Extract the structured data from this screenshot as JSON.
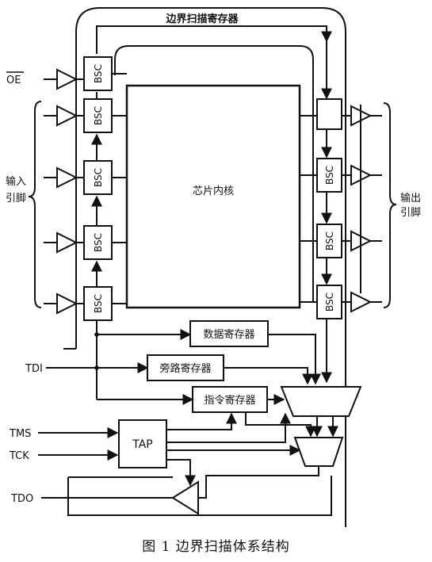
{
  "labels": {
    "boundary_register": "边界扫描寄存器",
    "oe": "OE",
    "input_pins": [
      "输入",
      "引脚"
    ],
    "output_pins": [
      "输出",
      "引脚"
    ],
    "core": "芯片内核",
    "bsc": "BSC",
    "data_register": "数据寄存器",
    "bypass_register": "旁路寄存器",
    "instruction_register": "指令寄存器",
    "tap": "TAP",
    "tdi": "TDI",
    "tms": "TMS",
    "tck": "TCK",
    "tdo": "TDO"
  },
  "caption": "图 1  边界扫描体系结构"
}
